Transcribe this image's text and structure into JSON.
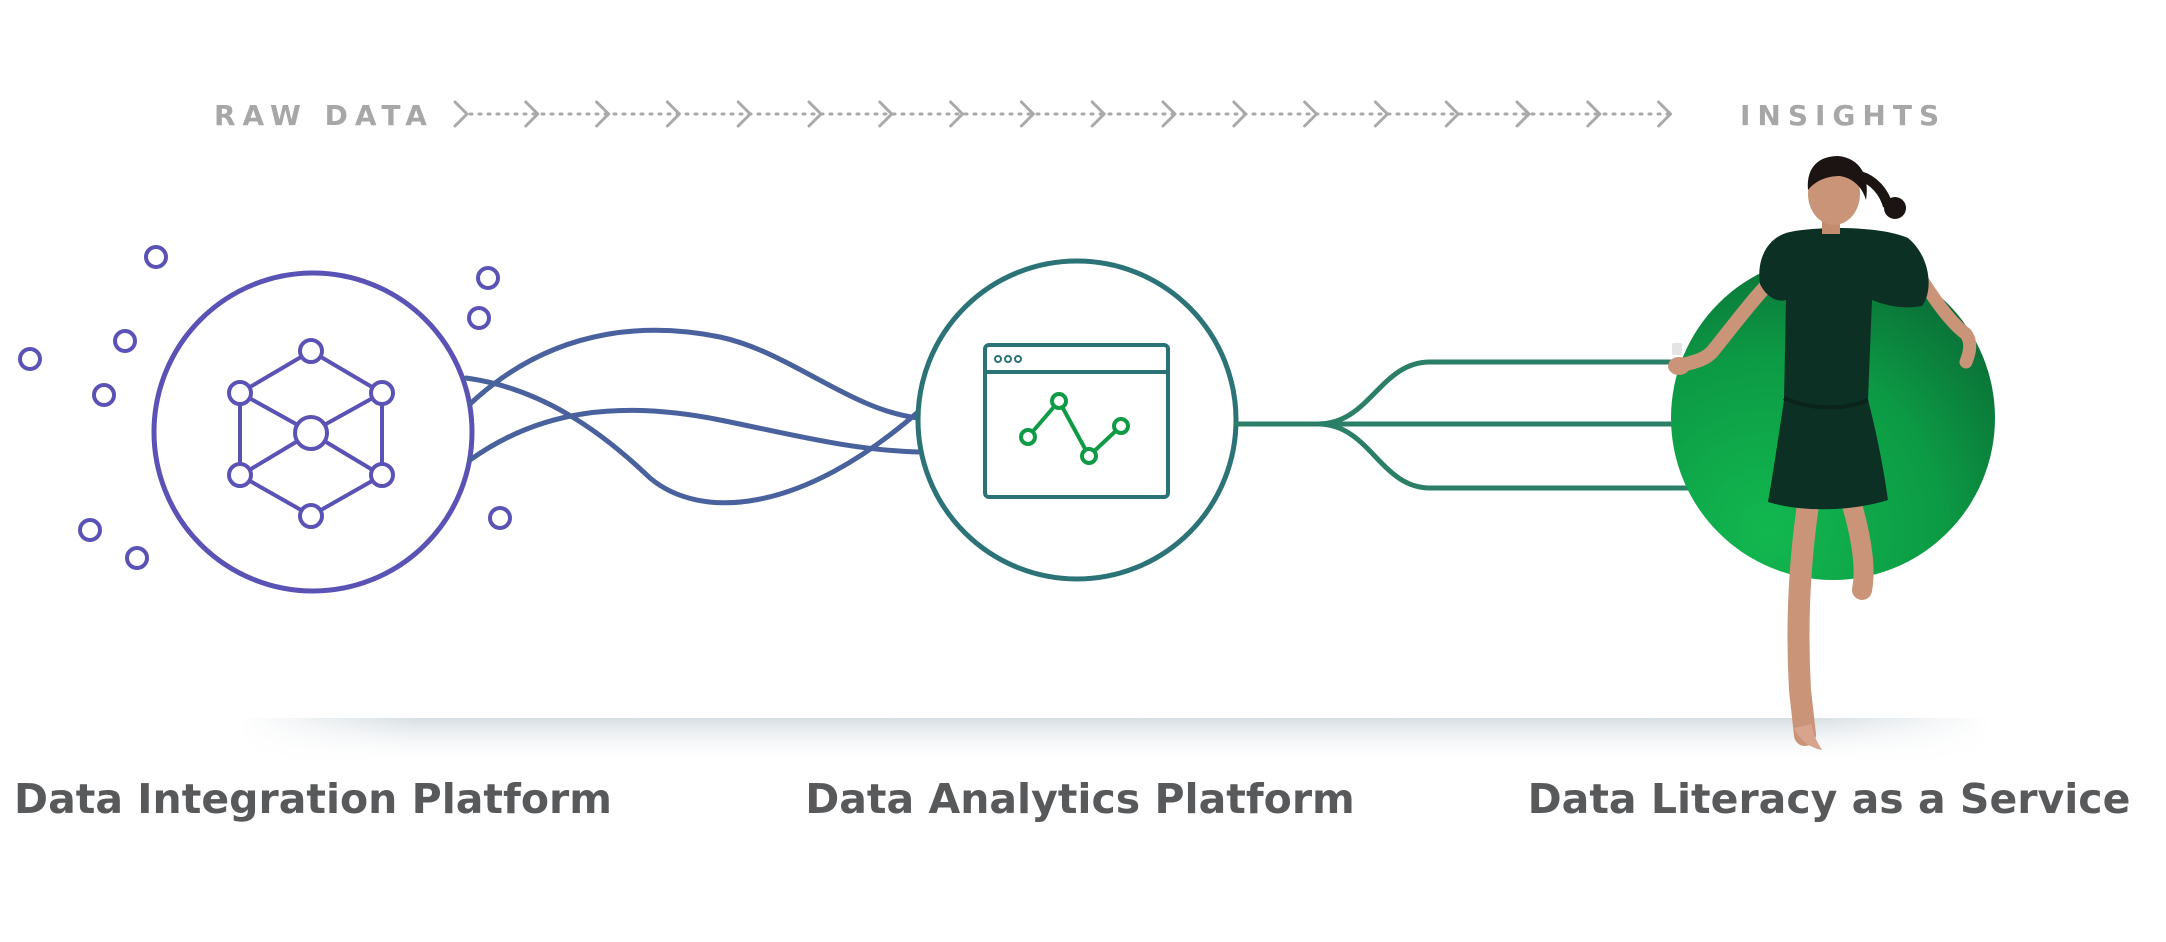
{
  "flow": {
    "start_label": "RAW DATA",
    "end_label": "INSIGHTS"
  },
  "stages": [
    {
      "label": "Data Integration Platform",
      "icon": "network-hexagon-icon"
    },
    {
      "label": "Data Analytics Platform",
      "icon": "browser-line-chart-icon"
    },
    {
      "label": "Data Literacy as a Service",
      "icon": "person-photo"
    }
  ],
  "colors": {
    "integration": "#5a53b5",
    "connector": "#49619d",
    "analytics": "#2c7378",
    "chart_line": "#0f9b46",
    "literacy": "#0c8f47",
    "arrow": "#a9a9a9",
    "label_text": "#58595b",
    "flow_text": "#a7a7a7"
  }
}
